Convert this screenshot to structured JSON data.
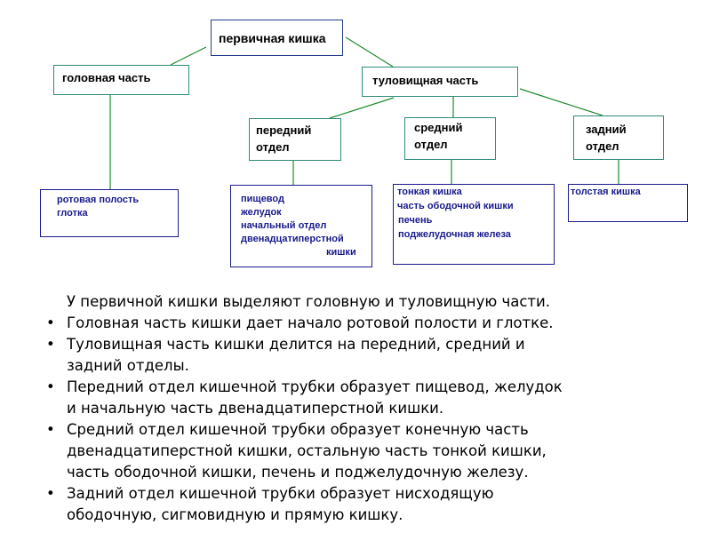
{
  "diagram": {
    "root": "первичная кишка",
    "head": "головная часть",
    "trunk": "туловищная часть",
    "fore": [
      "передний",
      "отдел"
    ],
    "mid": [
      "средний",
      "отдел"
    ],
    "hind": [
      "задний",
      "отдел"
    ],
    "head_leaf": [
      "ротовая полость",
      "глотка"
    ],
    "fore_leaf": [
      "пищевод",
      "желудок",
      "начальный отдел",
      "двенадцатиперстной",
      "кишки"
    ],
    "mid_leaf": [
      "тонкая кишка",
      "часть ободочной кишки",
      "печень",
      "поджелудочная железа"
    ],
    "hind_leaf": [
      "толстая кишка"
    ]
  },
  "text": {
    "intro": "У первичной кишки выделяют головную и туловищную части.",
    "bullet": "•",
    "items": [
      [
        "Головная часть кишки дает начало ротовой полости и глотке."
      ],
      [
        "Туловищная часть кишки делится на передний, средний и",
        "задний отделы."
      ],
      [
        "Передний отдел кишечной трубки образует пищевод, желудок",
        "и начальную часть двенадцатиперстной кишки."
      ],
      [
        "Средний отдел кишечной трубки образует конечную часть",
        "двенадцатиперстной кишки, остальную часть тонкой кишки,",
        "часть ободочной кишки, печень и поджелудочную железу."
      ],
      [
        "Задний отдел кишечной трубки образует нисходящую",
        "ободочную, сигмовидную и прямую кишку."
      ]
    ]
  },
  "colors": {
    "connector": "#1e8a2e",
    "top_border": "#2e8b7a",
    "leaf": "#1a1a8c"
  }
}
